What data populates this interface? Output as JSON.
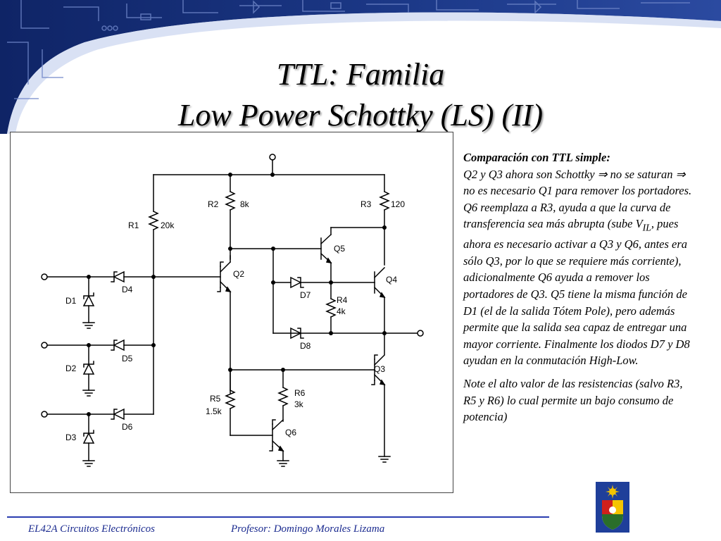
{
  "title": {
    "line1": "TTL: Familia",
    "line2": "Low Power Schottky (LS) (II)"
  },
  "circuit": {
    "labels": {
      "R1": "R1",
      "R1_val": "20k",
      "R2": "R2",
      "R2_val": "8k",
      "R3": "R3",
      "R3_val": "120",
      "R4": "R4",
      "R4_val": "4k",
      "R5": "R5",
      "R5_val": "1.5k",
      "R6": "R6",
      "R6_val": "3k",
      "Q2": "Q2",
      "Q3": "Q3",
      "Q4": "Q4",
      "Q5": "Q5",
      "Q6": "Q6",
      "D1": "D1",
      "D2": "D2",
      "D3": "D3",
      "D4": "D4",
      "D5": "D5",
      "D6": "D6",
      "D7": "D7",
      "D8": "D8"
    }
  },
  "description": {
    "heading": "Comparación con TTL simple:",
    "paragraph1_a": "Q2 y Q3 ahora son Schottky ",
    "arrow": "⇒",
    "paragraph1_b": " no se saturan ",
    "paragraph1_c": " no es necesario Q1 para remover los portadores. Q6 reemplaza a R3, ayuda a que la curva de transferencia sea más abrupta (sube V",
    "vil_sub": "IL",
    "paragraph1_d": ", pues ahora es necesario activar a Q3 y Q6, antes era sólo Q3, por lo que se requiere más corriente), adicionalmente Q6 ayuda a remover los portadores de Q3. Q5 tiene la misma función de D1 (el de la salida Tótem Pole), pero además permite que la salida sea capaz de entregar una mayor corriente. Finalmente los diodos D7 y D8 ayudan en la conmutación High-Low.",
    "paragraph2": "Note el alto valor de las resistencias (salvo R3, R5 y R6) lo cual permite un bajo consumo de potencia)"
  },
  "footer": {
    "course": "EL42A Circuitos Electrónicos",
    "professor": "Profesor: Domingo Morales Lizama"
  },
  "colors": {
    "banner": "#1d3a8a",
    "banner_dark": "#142a6e",
    "footer_text": "#1a2a8f",
    "footer_rule": "#2a3db0"
  }
}
